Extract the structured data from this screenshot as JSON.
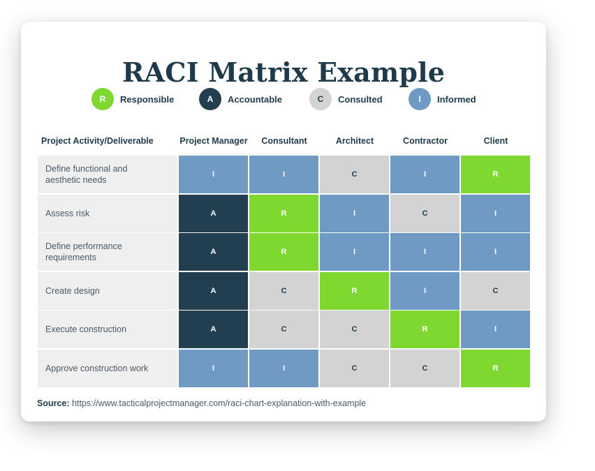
{
  "title": "RACI Matrix Example",
  "legend": [
    {
      "letter": "R",
      "label": "Responsible",
      "bg": "#7ed82f",
      "fg": "#ffffff"
    },
    {
      "letter": "A",
      "label": "Accountable",
      "bg": "#223f50",
      "fg": "#ffffff"
    },
    {
      "letter": "C",
      "label": "Consulted",
      "bg": "#d3d3d3",
      "fg": "#1f3a4b"
    },
    {
      "letter": "I",
      "label": "Informed",
      "bg": "#6f9ac4",
      "fg": "#ffffff"
    }
  ],
  "columns": [
    "Project Activity/Deliverable",
    "Project Manager",
    "Consultant",
    "Architect",
    "Contractor",
    "Client"
  ],
  "rows": [
    {
      "activity": "Define functional and aesthetic needs",
      "values": [
        "I",
        "I",
        "C",
        "I",
        "R"
      ]
    },
    {
      "activity": "Assess risk",
      "values": [
        "A",
        "R",
        "I",
        "C",
        "I"
      ]
    },
    {
      "activity": "Define performance requirements",
      "values": [
        "A",
        "R",
        "I",
        "I",
        "I"
      ]
    },
    {
      "activity": "Create design",
      "values": [
        "A",
        "C",
        "R",
        "I",
        "C"
      ]
    },
    {
      "activity": "Execute construction",
      "values": [
        "A",
        "C",
        "C",
        "R",
        "I"
      ]
    },
    {
      "activity": "Approve construction work",
      "values": [
        "I",
        "I",
        "C",
        "C",
        "R"
      ]
    }
  ],
  "source": {
    "label": "Source:",
    "text": "https://www.tacticalprojectmanager.com/raci-chart-explanation-with-example"
  }
}
